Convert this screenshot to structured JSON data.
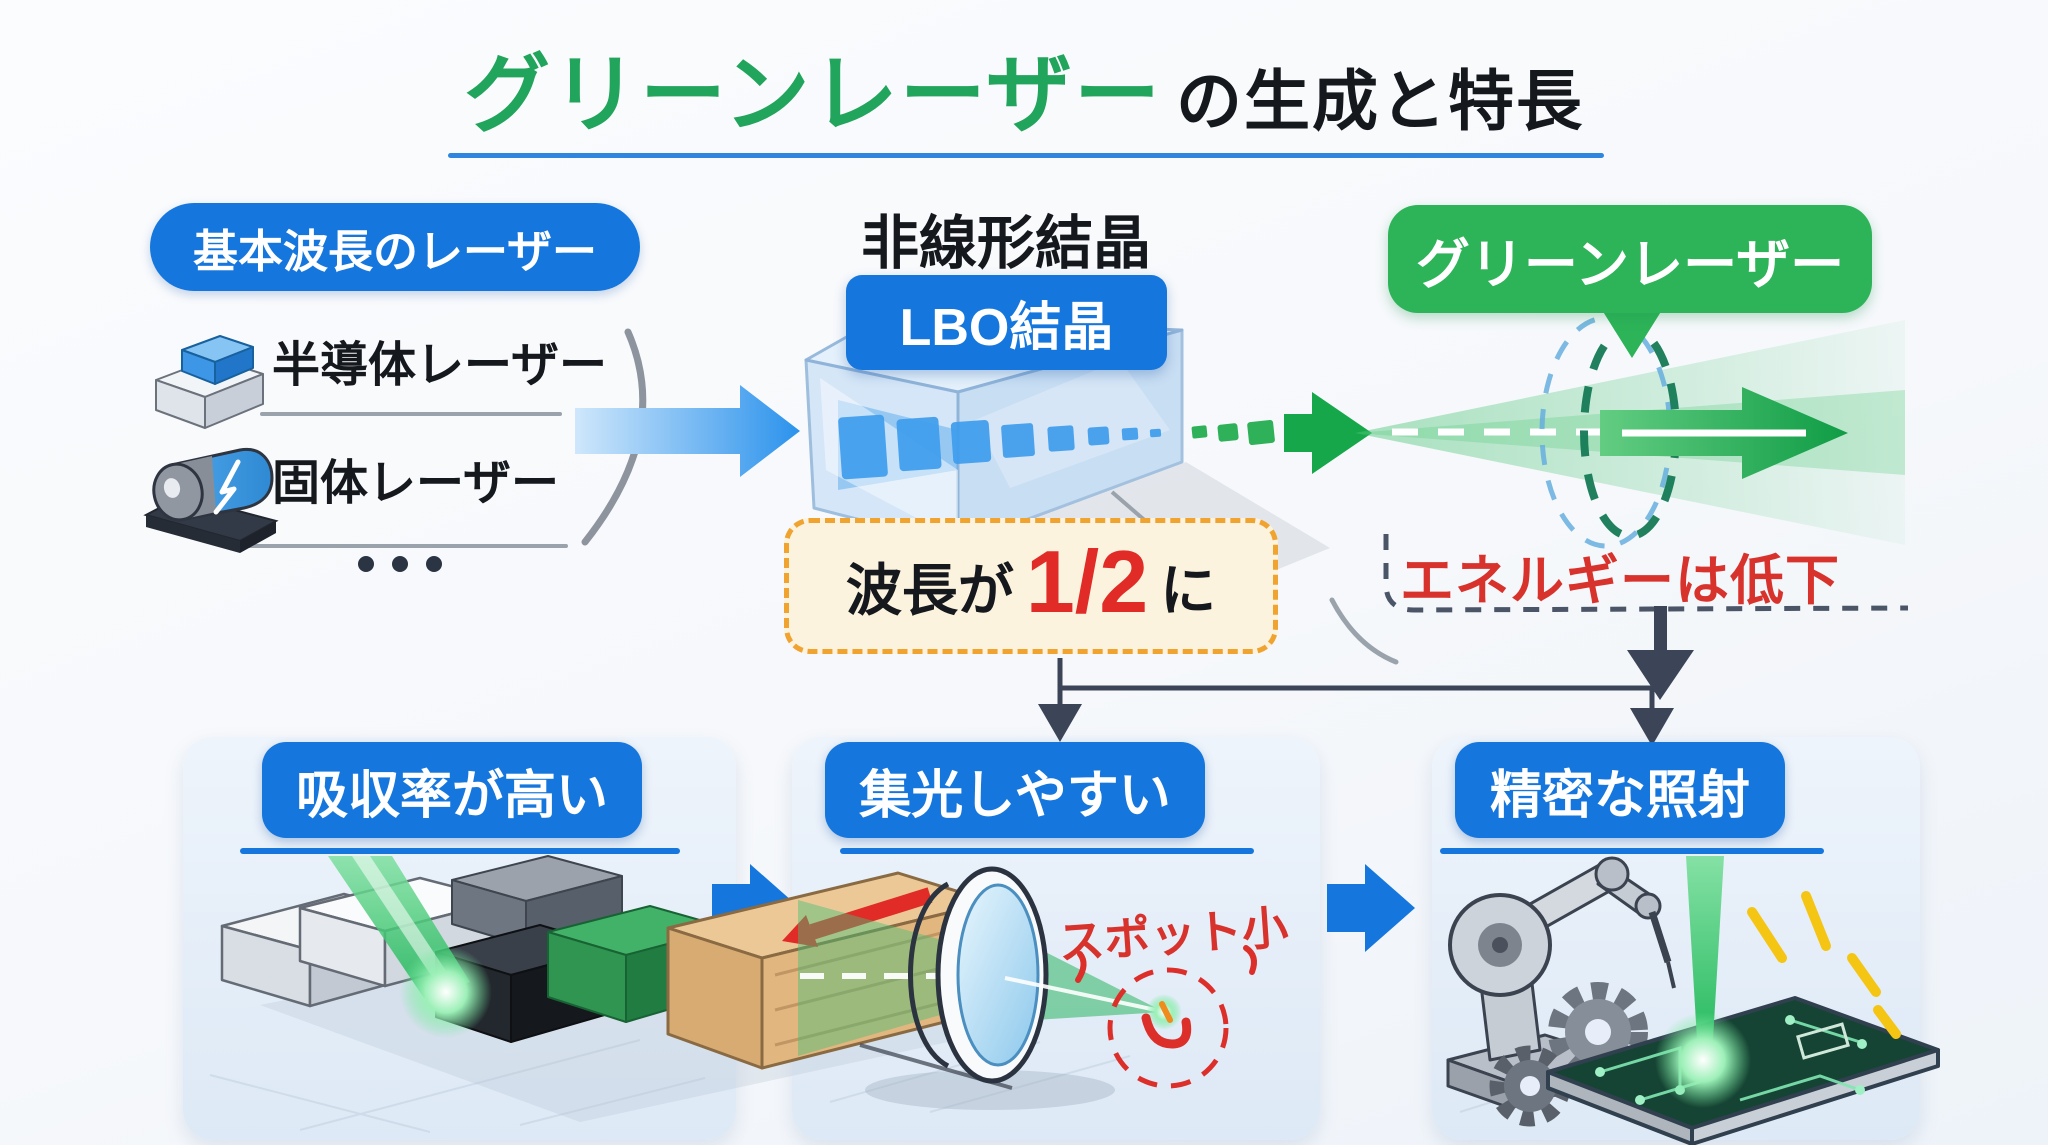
{
  "title": {
    "green": "グリーンレーザー",
    "black": "の生成と特長"
  },
  "source": {
    "badge": "基本波長のレーザー",
    "items": [
      {
        "label": "半導体レーザー"
      },
      {
        "label": "固体レーザー"
      }
    ],
    "ellipsis": "・・・"
  },
  "crystal": {
    "heading": "非線形結晶",
    "badge": "LBO結晶"
  },
  "result_badge": "グリーンレーザー",
  "wavelength_note": {
    "prefix": "波長が",
    "value": "1/2",
    "suffix": "に"
  },
  "energy_note": "エネルギーは低下",
  "features": [
    {
      "title": "吸収率が高い"
    },
    {
      "title": "集光しやすい",
      "note": "スポット小"
    },
    {
      "title": "精密な照射"
    }
  ],
  "colors": {
    "accent_blue": "#1577dd",
    "accent_green": "#2db358",
    "title_green": "#21a45b",
    "alert_red": "#d8322d",
    "connector_navy": "#3c4557",
    "note_border_orange": "#f0a32f",
    "note_bg_cream": "#fcf3df",
    "title_underline_blue": "#2e86de"
  },
  "icons": [
    "semiconductor-laser-icon",
    "solid-state-laser-icon",
    "grouping-brace-icon",
    "input-beam-arrow-icon",
    "lbo-crystal-cube-icon",
    "green-beam-arrow-icon",
    "beam-waist-rings-icon",
    "down-arrow-icon",
    "flow-branch-connector-icon",
    "next-step-arrow-icon",
    "absorption-blocks-illustration",
    "focus-lens-illustration",
    "robot-arm-pcb-illustration"
  ]
}
